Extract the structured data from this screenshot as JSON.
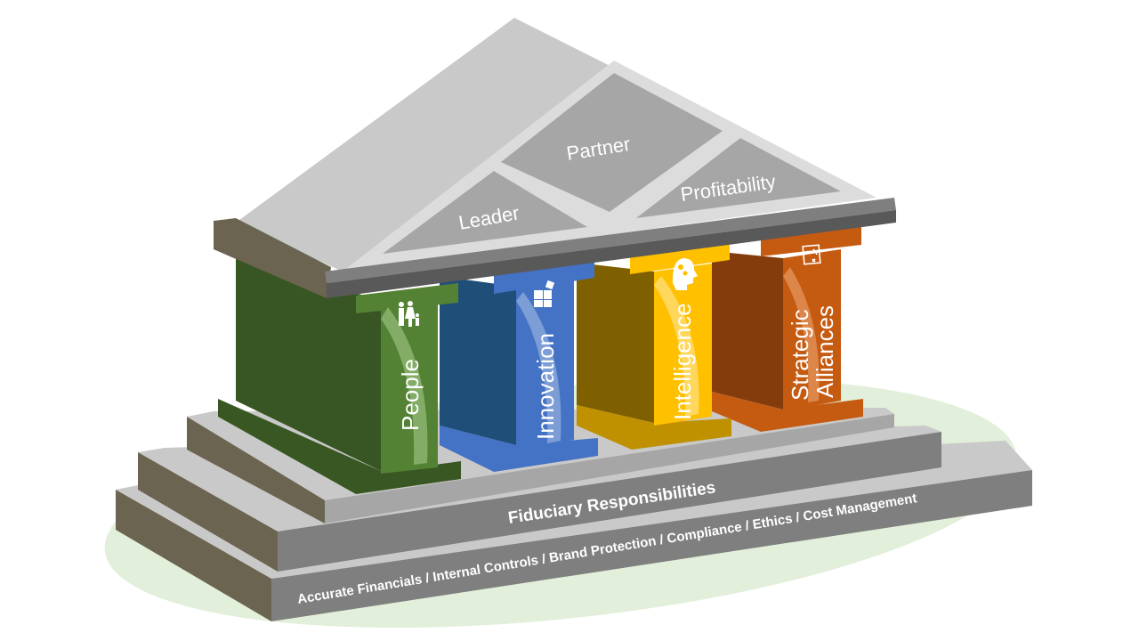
{
  "roof": {
    "labels": {
      "leader": "Leader",
      "partner": "Partner",
      "profitability": "Profitability"
    }
  },
  "pillars": [
    {
      "label": "People",
      "icon": "family-icon",
      "color": "#548235"
    },
    {
      "label": "Innovation",
      "icon": "puzzle-icon",
      "color": "#4472c4"
    },
    {
      "label": "Intelligence",
      "icon": "head-gears-icon",
      "color": "#ffc000"
    },
    {
      "label_line1": "Strategic",
      "label_line2": "Alliances",
      "icon": "strategy-board-icon",
      "color": "#c55a11"
    }
  ],
  "steps": {
    "upper": "Fiduciary Responsibilities",
    "lower": "Accurate Financials / Internal Controls / Brand Protection / Compliance / Ethics / Cost Management"
  }
}
